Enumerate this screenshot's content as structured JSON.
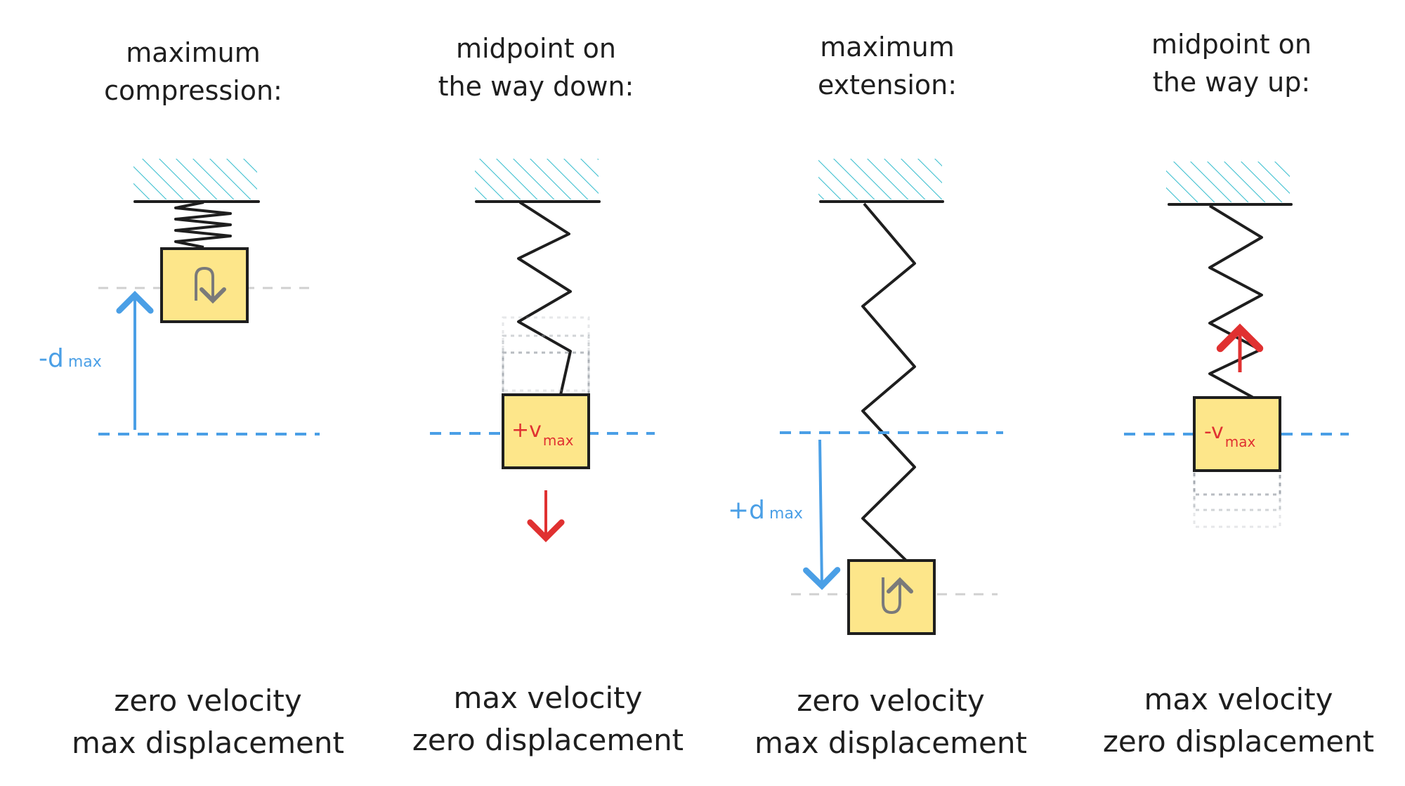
{
  "colors": {
    "hatch": "#3bbfcf",
    "ink": "#1e1e1e",
    "block_fill": "#fde68a",
    "blue": "#4a9fe6",
    "red": "#e03131",
    "gray_line": "#d0d0d0",
    "gray_icon": "#7a7a7a"
  },
  "panels": [
    {
      "title_line1": "maximum",
      "title_line2": "compression:",
      "footer_line1": "zero velocity",
      "footer_line2": "max displacement",
      "label_main": "-d",
      "label_sub": "max",
      "turn_icon": "turn-down-arrow-icon"
    },
    {
      "title_line1": "midpoint on",
      "title_line2": "the way down:",
      "footer_line1": "max velocity",
      "footer_line2": "zero displacement",
      "label_main": "+v",
      "label_sub": "max"
    },
    {
      "title_line1": "maximum",
      "title_line2": "extension:",
      "footer_line1": "zero velocity",
      "footer_line2": "max displacement",
      "label_main": "+d",
      "label_sub": "max",
      "turn_icon": "turn-up-arrow-icon"
    },
    {
      "title_line1": "midpoint on",
      "title_line2": "the way up:",
      "footer_line1": "max velocity",
      "footer_line2": "zero displacement",
      "label_main": "-v",
      "label_sub": "max"
    }
  ]
}
